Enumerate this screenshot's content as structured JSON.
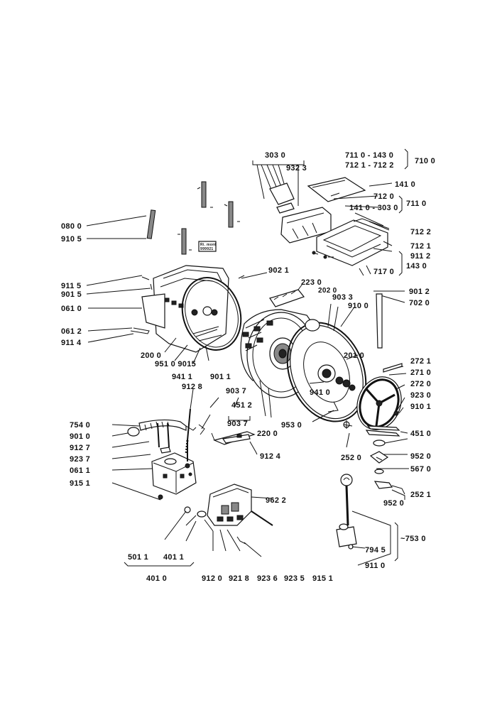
{
  "labels": {
    "l3030": "303 0",
    "l9323": "932 3",
    "l7110_1430": "711 0 - 143 0",
    "l7121_7122": "712 1 - 712 2",
    "l7100": "710 0",
    "l1410": "141 0",
    "l7120": "712 0",
    "l1410_3030": "141 0 - 303 0",
    "l7111": "711 0",
    "l7122": "712 2",
    "l7121": "712 1",
    "l9112": "911 2",
    "l7170": "717 0",
    "l1430": "143 0",
    "l0800": "080 0",
    "l9105": "910 5",
    "l9021": "902 1",
    "l9115": "911 5",
    "l9015": "901 5",
    "l2230": "223 0",
    "l2020": "202 0",
    "l9033": "903 3",
    "l9100": "910 0",
    "l9012": "901 2",
    "l7020": "702 0",
    "l0610": "061 0",
    "l0612": "061 2",
    "l9114": "911 4",
    "l2010": "201 0",
    "l2721": "272 1",
    "l2710": "271 0",
    "l2720": "272 0",
    "l9230": "923 0",
    "l9101": "910 1",
    "l2000": "200 0",
    "l9510_9015": "951 0 9015",
    "l9411a": "941 1",
    "l9011": "901 1",
    "l9128": "912 8",
    "l9037a": "903 7",
    "l9410": "941 0",
    "l4512": "451 2",
    "l9037b": "903 7",
    "l2200": "220 0",
    "l9530": "953 0",
    "l7540": "754 0",
    "l9010": "901 0",
    "l9127": "912 7",
    "l9237": "923 7",
    "l0611": "061 1",
    "l9124": "912 4",
    "l2520": "252 0",
    "l4510": "451 0",
    "l9520a": "952 0",
    "l5670": "567 0",
    "l9151a": "915 1",
    "l2521": "252 1",
    "l9520b": "952 0",
    "l9622": "962 2",
    "l7530": "~753 0",
    "l5011": "501 1",
    "l4011": "401 1",
    "l7945": "794 5",
    "l9110": "911 0",
    "l9120": "912 0",
    "l9218": "921 8",
    "l9236": "923 6",
    "l9235": "923 5",
    "l9151b": "915 1",
    "l4010": "401 0",
    "sticker_line1": "Ri. mont",
    "sticker_line2": "999921"
  }
}
